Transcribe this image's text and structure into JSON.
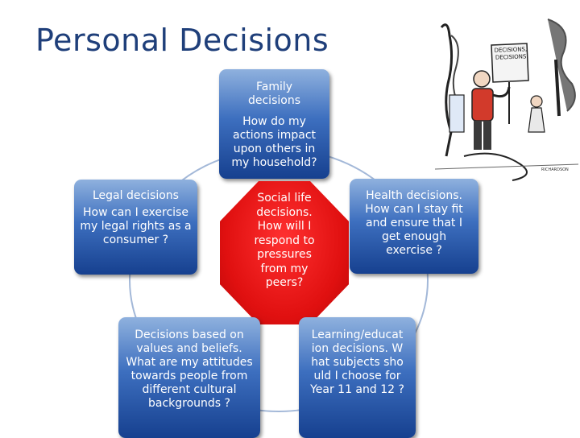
{
  "title": "Personal Decisions",
  "nodes": {
    "family": {
      "heading": "Family decisions",
      "question": "How do my actions impact upon others in my household?"
    },
    "legal": {
      "heading": "Legal decisions",
      "question": "How can I exercise my legal rights as a consumer ?"
    },
    "social": {
      "text": "Social life decisions. How will I respond to pressures from my peers?"
    },
    "health": {
      "text": "Health decisions. How can I stay fit and ensure that I get enough exercise ?"
    },
    "values": {
      "text": "Decisions based on values and beliefs. What are my attitudes towards people from different cultural backgrounds ?"
    },
    "learning": {
      "text": "Learning/education decisions. What subjects should I choose for Year 11 and 12 ?"
    }
  },
  "cartoon": {
    "sign_text": "DECISIONS, DECISIONS",
    "signature": "RICHARDSON"
  },
  "colors": {
    "title": "#1f3f7a",
    "box_dark": "#16408f",
    "box_light": "#8fb1de",
    "center": "#e01010",
    "cycle": "#a3b8d8"
  }
}
